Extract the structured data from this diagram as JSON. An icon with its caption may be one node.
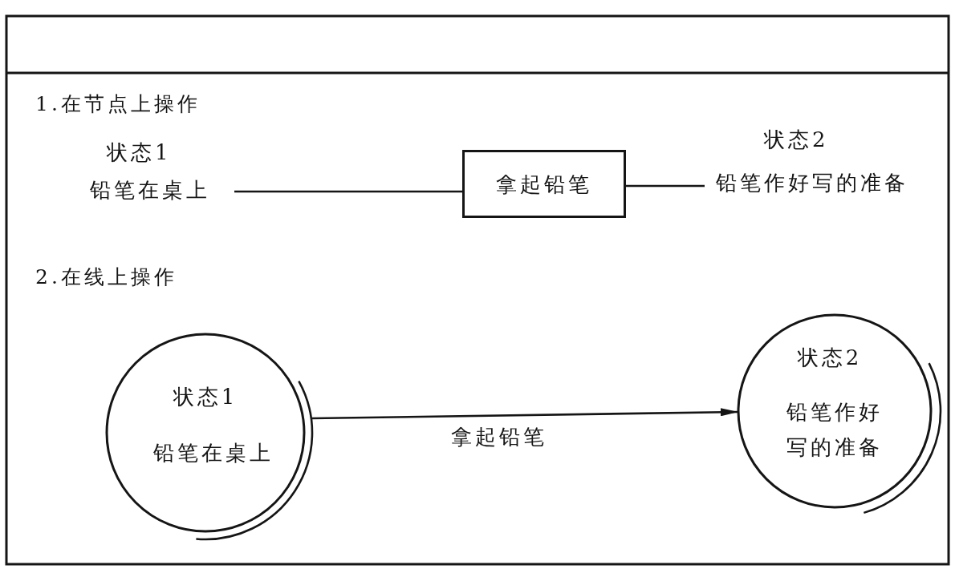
{
  "diagram": {
    "nodes": [
      {
        "text": [
          "状态1",
          "铅笔在桌上"
        ]
      },
      {
        "text": [
          "拿起铅笔"
        ]
      },
      {
        "text": [
          "状态2",
          "铅笔作好写的准备"
        ]
      },
      {
        "text": [
          "状态1",
          "铅笔在桌上"
        ]
      },
      {
        "text": [
          "状态2",
          "铅笔作好写的准备"
        ]
      }
    ],
    "edges": [
      {
        "from": 0,
        "to": 1,
        "arrow": "none"
      },
      {
        "from": 1,
        "to": 2,
        "arrow": "none"
      },
      {
        "from": 3,
        "to": 4,
        "arrow": "to",
        "label": "拿起铅笔"
      }
    ],
    "labels": [
      "1.在节点上操作",
      "2.在线上操作"
    ]
  }
}
